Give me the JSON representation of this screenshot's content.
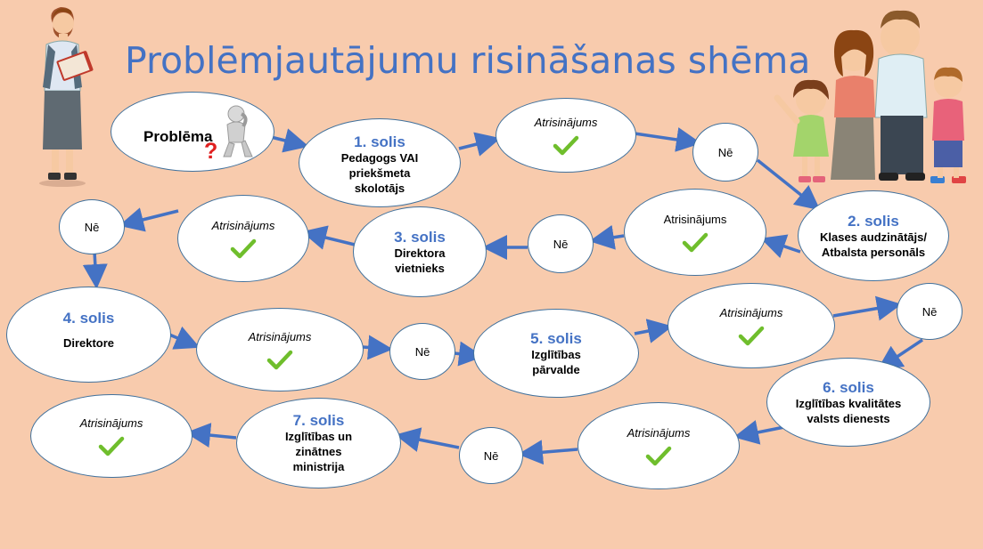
{
  "title": "Problēmjautājumu risināšanas shēma",
  "colors": {
    "background": "#f8cbad",
    "accent": "#4472c4",
    "check": "#6fbe2c",
    "arrow": "#4472c4"
  },
  "start": {
    "label": "Problēma"
  },
  "steps": [
    {
      "num": "1. solis",
      "text": "Pedagogs VAI priekšmeta skolotājs"
    },
    {
      "num": "2. solis",
      "text": "Klases audzinātājs/ Atbalsta personāls"
    },
    {
      "num": "3. solis",
      "text": "Direktora vietnieks"
    },
    {
      "num": "4. solis",
      "text": "Direktore"
    },
    {
      "num": "5. solis",
      "text": "Izglītības pārvalde"
    },
    {
      "num": "6. solis",
      "text": "Izglītības kvalitātes valsts dienests"
    },
    {
      "num": "7. solis",
      "text": "Izglītības un zinātnes ministrija"
    }
  ],
  "resolved_label": "Atrisinājums",
  "no_label": "Nē",
  "icons": [
    "thinking-person-icon",
    "question-mark-icon",
    "check-mark-icon",
    "teacher-illustration",
    "family-illustration"
  ]
}
